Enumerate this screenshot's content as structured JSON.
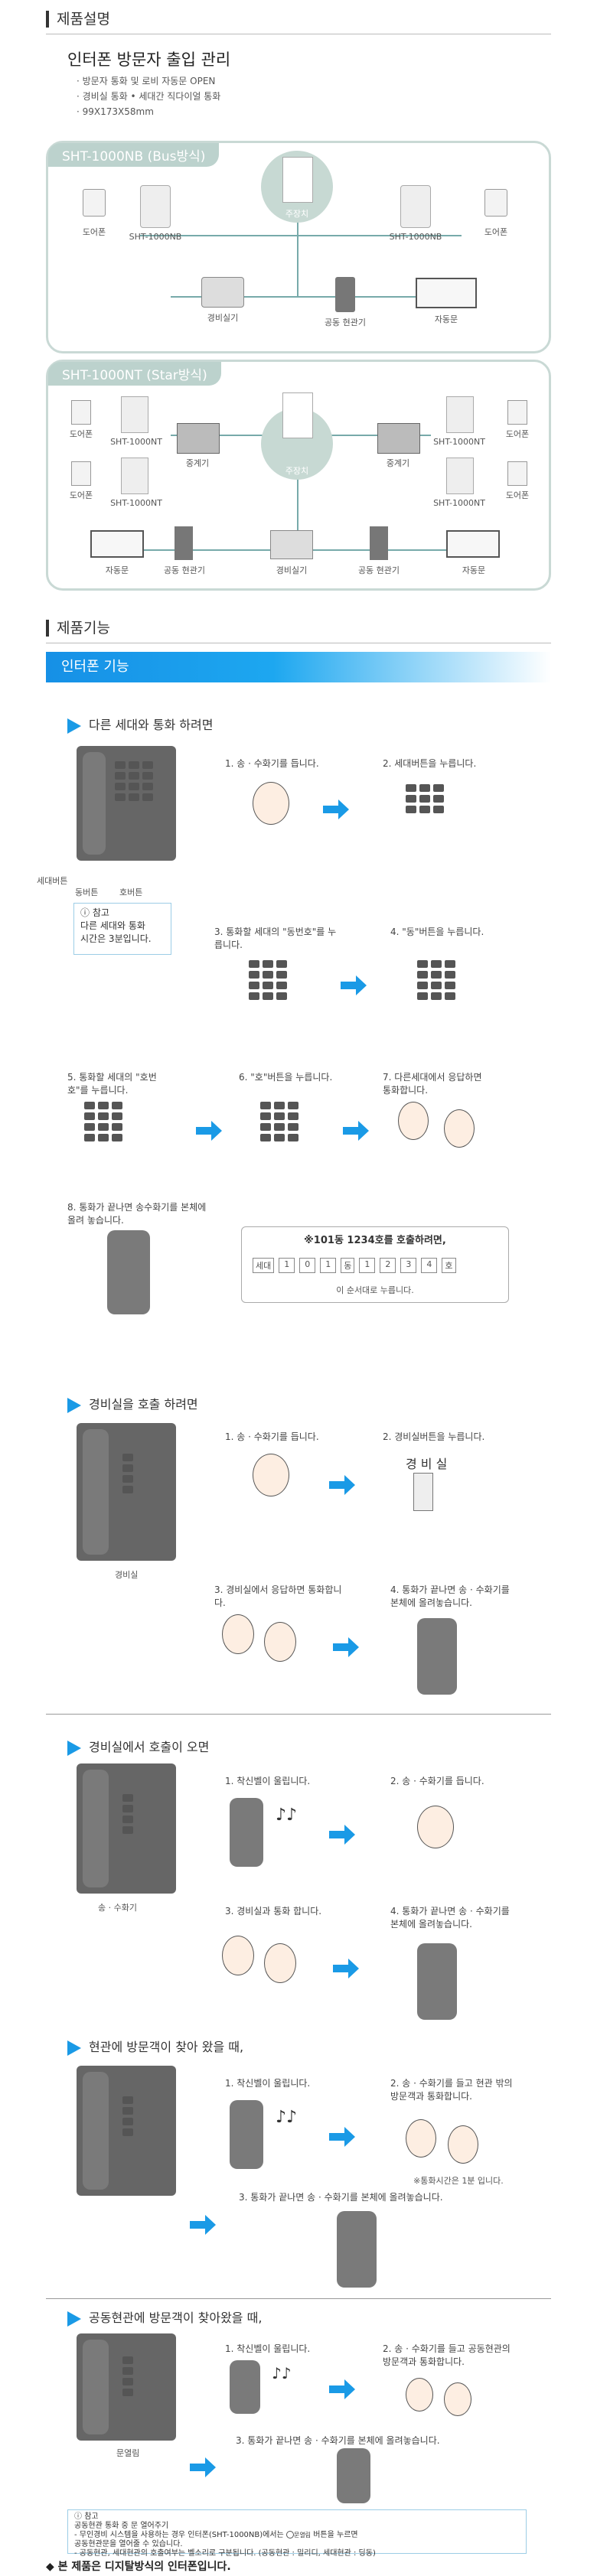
{
  "sections": {
    "product_desc": "제품설명",
    "product_func": "제품기능"
  },
  "hero": {
    "title": "인터폰 방문자 출입 관리",
    "bullets": [
      "방문자 통화 및 로비 자동문 OPEN",
      "경비실 통화 • 세대간 직다이얼 통화",
      "99X173X58mm"
    ]
  },
  "diagram1": {
    "label": "SHT-1000NB (Bus방식)",
    "captions": [
      "도어폰",
      "SHT-1000NB",
      "주장치",
      "SHT-1000NB",
      "도어폰",
      "경비실기",
      "공동 현관기",
      "자동문"
    ]
  },
  "diagram2": {
    "label": "SHT-1000NT (Star방식)",
    "captions": [
      "도어폰",
      "SHT-1000NT",
      "도어폰",
      "SHT-1000NT",
      "중계기",
      "주장치",
      "중계기",
      "SHT-1000NT",
      "도어폰",
      "SHT-1000NT",
      "도어폰",
      "자동문",
      "공동 현관기",
      "경비실기",
      "공동 현관기",
      "자동문"
    ]
  },
  "bar": {
    "label": "인터폰 기능"
  },
  "call_house": {
    "heading": "다른 세대와 통화 하려면",
    "phone_labels": [
      "세대버튼",
      "동버튼",
      "호버튼"
    ],
    "note_title": "참고",
    "note_lines": [
      "다른 세대와 통화",
      "시간은 3분입니다."
    ],
    "steps": [
      "1. 송 · 수화기를 듭니다.",
      "2. 세대버튼을 누릅니다.",
      "3. 통화할 세대의 \"동번호\"를 누릅니다.",
      "4. \"동\"버튼을 누릅니다.",
      "5. 통화할 세대의 \"호번호\"를 누릅니다.",
      "6. \"호\"버튼을 누릅니다.",
      "7. 다른세대에서 응답하면 통화합니다.",
      "8. 통화가 끝나면 송수화기를 본체에 올려 놓습니다."
    ],
    "example_title": "※101동 1234호를 호출하려면,",
    "example_keys": [
      "세대",
      "1",
      "0",
      "1",
      "동",
      "1",
      "2",
      "3",
      "4",
      "호"
    ],
    "example_footer": "이 순서대로 누릅니다."
  },
  "call_guard": {
    "heading": "경비실을 호출 하려면",
    "phone_label": "경비실",
    "steps": [
      "1. 송 · 수화기를 듭니다.",
      "2. 경비실버튼을 누릅니다.",
      "3. 경비실에서 응답하면 통화합니다.",
      "4. 통화가 끝나면 송 · 수화기를 본체에 올려놓습니다."
    ],
    "button_text": "경 비 실"
  },
  "guard_calls": {
    "heading": "경비실에서 호출이 오면",
    "phone_label": "송 · 수화기",
    "steps": [
      "1. 착신벨이 울립니다.",
      "2. 송 · 수화기를 듭니다.",
      "3. 경비실과 통화 합니다.",
      "4. 통화가 끝나면 송 · 수화기를 본체에 올려놓습니다."
    ]
  },
  "visitor_door": {
    "heading": "현관에 방문객이 찾아 왔을 때,",
    "steps": [
      "1. 착신벨이 울립니다.",
      "2. 송 · 수화기를 들고 현관 밖의 방문객과 통화합니다.",
      "3. 통화가 끝나면 송 · 수화기를 본체에 올려놓습니다."
    ],
    "note": "※통화시간은 1분 입니다."
  },
  "visitor_lobby": {
    "heading": "공동현관에 방문객이 찾아왔을 때,",
    "phone_label": "문열림",
    "steps": [
      "1. 착신벨이 울립니다.",
      "2. 송 · 수화기를 들고 공동현관의 방문객과 통화합니다.",
      "3. 통화가 끝나면 송 · 수화기를 본체에 올려놓습니다."
    ]
  },
  "final_note": {
    "title": "참고",
    "line1": "공동현관 통화 중 문 열어주기",
    "line2a": "- 무인경비 시스템을 사용하는 경우 인터폰(SHT-1000NB)에서는",
    "line2b": "버튼을 누르면",
    "line3": "공동현관문을 열어줄 수 있습니다.",
    "line4": "- 공동현관, 세대현관의 호출여부는 벨소리로 구분됩니다. (공동현관 : 밀리디, 세대현관 : 딩동)",
    "icon_label": "문열림"
  },
  "footer": "◆ 본 제품은 디지탈방식의 인터폰입니다.",
  "colors": {
    "accent": "#1a9ae6",
    "diagram_border": "#c9d9d5"
  }
}
